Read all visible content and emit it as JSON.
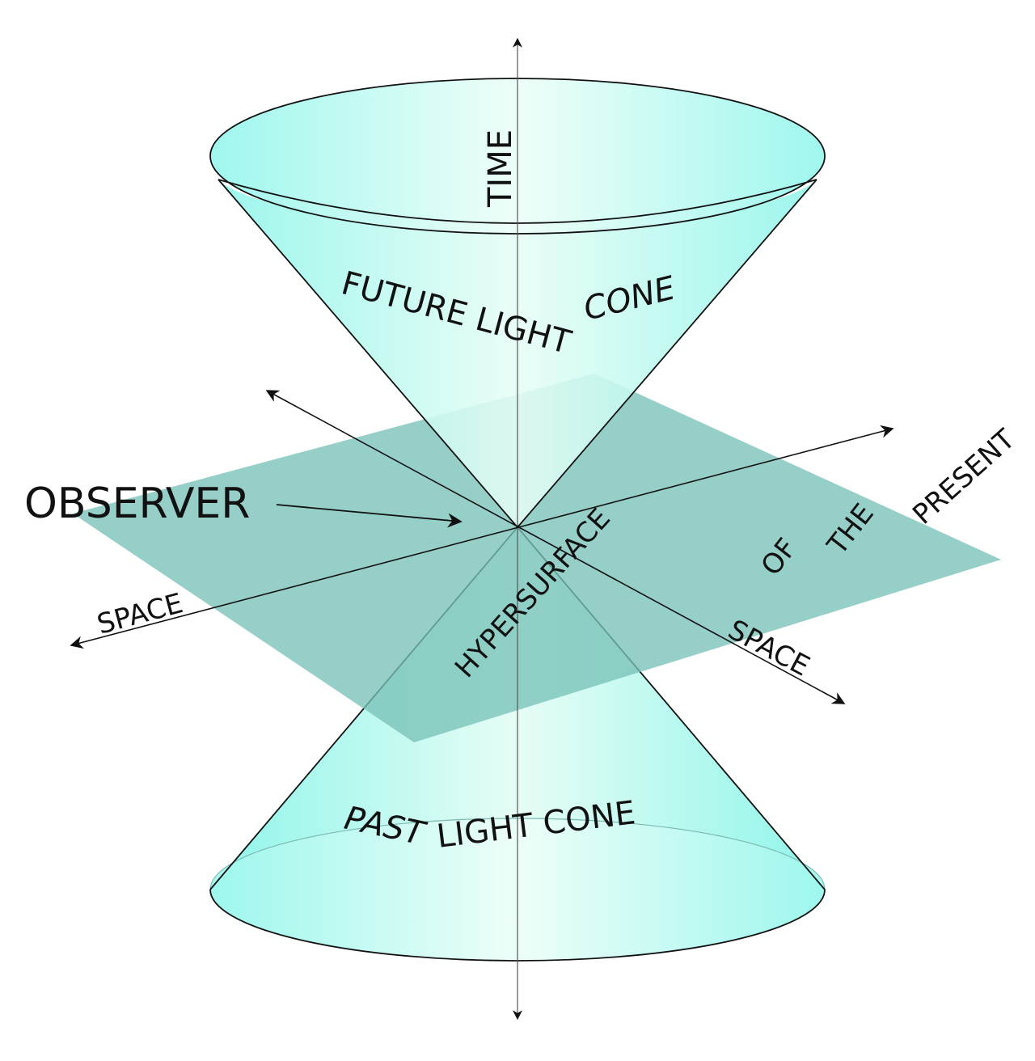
{
  "diagram": {
    "axis_time_label": "TIME",
    "future_cone_label_1": "FUTURE LIGHT",
    "future_cone_label_2": "CONE",
    "past_cone_label_1": "PAST",
    "past_cone_label_2": "LIGHT CONE",
    "observer_label": "OBSERVER",
    "space_left_label": "SPACE",
    "space_right_label": "SPACE",
    "hyper_label_1": "HYPERSURFACE",
    "hyper_label_2": "OF",
    "hyper_label_3": "THE",
    "hyper_label_4": "PRESENT"
  },
  "colors": {
    "cone_light": "#dffcf1",
    "cone_edge": "#8ff5ea",
    "plane": "#78c2b7",
    "stroke": "#111111"
  }
}
